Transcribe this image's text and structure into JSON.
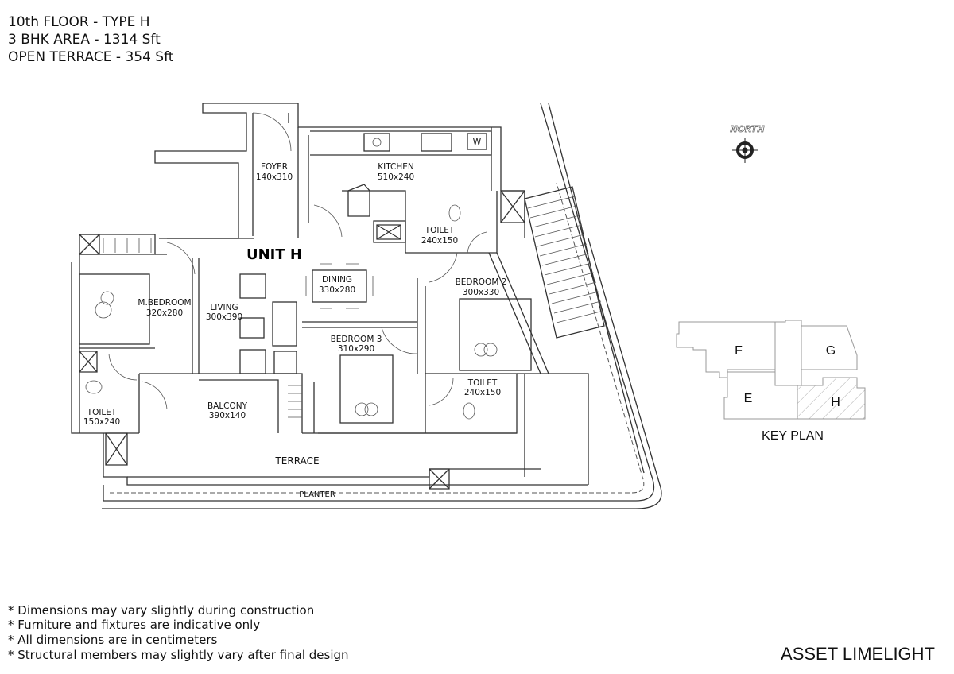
{
  "header": {
    "line1": "10th FLOOR - TYPE H",
    "line2": "3 BHK AREA - 1314 Sft",
    "line3": "OPEN TERRACE - 354 Sft"
  },
  "plan": {
    "unit_label": "UNIT H",
    "rooms": {
      "foyer": {
        "name": "FOYER",
        "size": "140x310"
      },
      "kitchen": {
        "name": "KITCHEN",
        "size": "510x240"
      },
      "toilet_kitchen": {
        "name": "TOILET",
        "size": "240x150"
      },
      "dining": {
        "name": "DINING",
        "size": "330x280"
      },
      "bedroom2": {
        "name": "BEDROOM 2",
        "size": "300x330"
      },
      "mbedroom": {
        "name": "M.BEDROOM",
        "size": "320x280"
      },
      "living": {
        "name": "LIVING",
        "size": "300x390"
      },
      "bedroom3": {
        "name": "BEDROOM 3",
        "size": "310x290"
      },
      "toilet_bed2": {
        "name": "TOILET",
        "size": "240x150"
      },
      "balcony": {
        "name": "BALCONY",
        "size": "390x140"
      },
      "toilet_master": {
        "name": "TOILET",
        "size": "150x240"
      },
      "terrace": {
        "name": "TERRACE"
      },
      "planter": {
        "name": "PLANTER"
      }
    },
    "washer_label": "W"
  },
  "north": {
    "label": "NORTH"
  },
  "key_plan": {
    "title": "KEY PLAN",
    "blocks": [
      "F",
      "G",
      "E",
      "H"
    ],
    "highlighted": "H"
  },
  "notes": [
    "* Dimensions may vary slightly during construction",
    "* Furniture and fixtures are indicative only",
    "* All dimensions are in centimeters",
    "* Structural members may slightly vary after final design"
  ],
  "brand": "ASSET LIMELIGHT"
}
